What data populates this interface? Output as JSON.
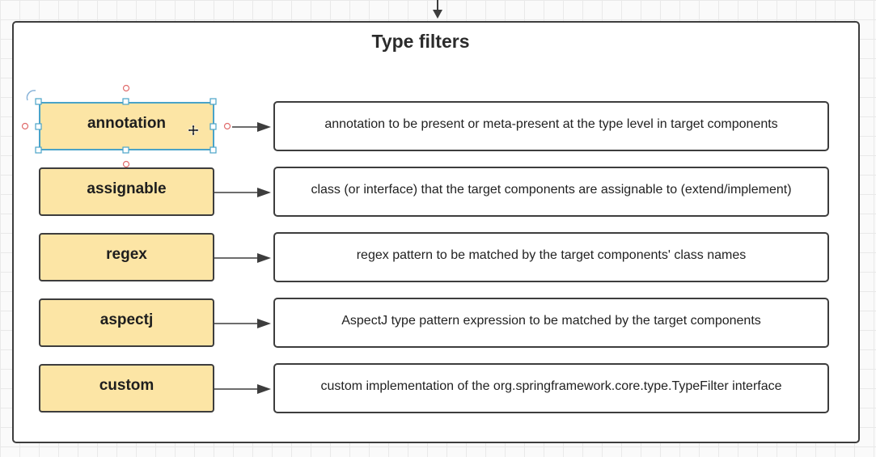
{
  "diagram": {
    "title": "Type filters",
    "filters": [
      {
        "name": "annotation",
        "description": "annotation to be present or meta-present at the type level in target components",
        "selected": true
      },
      {
        "name": "assignable",
        "description": "class (or interface) that the target components are assignable to (extend/implement)",
        "selected": false
      },
      {
        "name": "regex",
        "description": "regex pattern to be matched by the target components' class names",
        "selected": false
      },
      {
        "name": "aspectj",
        "description": "AspectJ type pattern expression to be matched by the target components",
        "selected": false
      },
      {
        "name": "custom",
        "description": "custom implementation of the org.springframework.core.type.TypeFilter interface",
        "selected": false
      }
    ]
  },
  "colors": {
    "filter_fill": "#fce5a5",
    "border": "#3d3d3d",
    "selection": "#4aa3c8",
    "handle_circle": "#e06c6c",
    "grid": "#e9e9e9"
  }
}
